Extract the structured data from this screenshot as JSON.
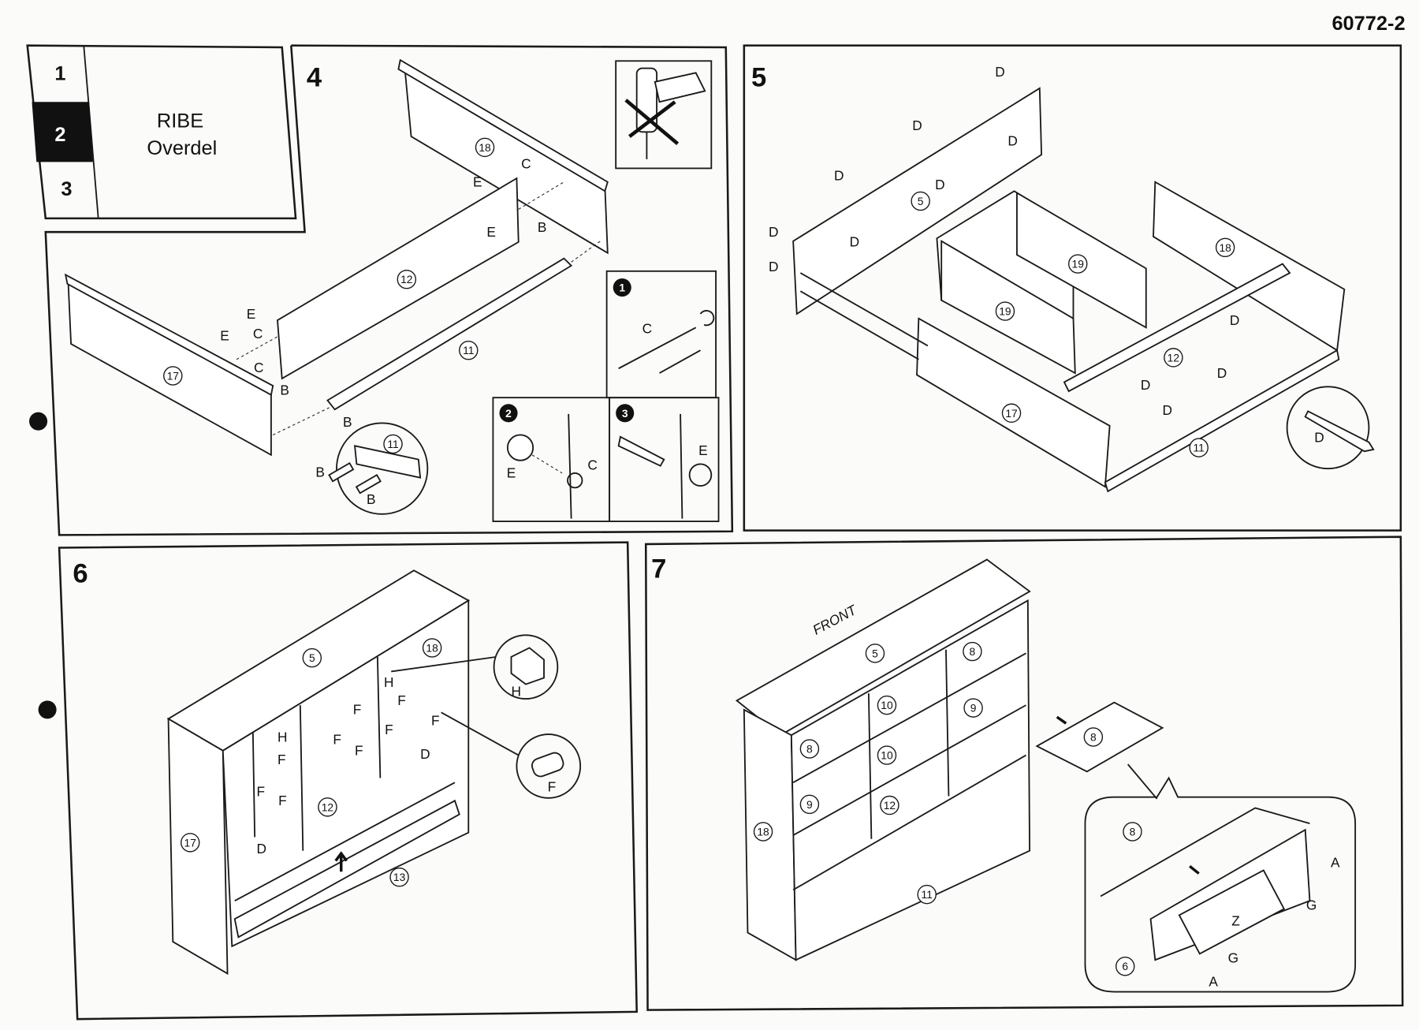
{
  "doc_code": "60772-2",
  "index": {
    "steps": [
      "1",
      "2",
      "3"
    ],
    "active": "2",
    "title": "RIBE",
    "subtitle": "Overdel"
  },
  "step4": {
    "number": "4",
    "parts": [
      "18",
      "12",
      "11",
      "17",
      "11"
    ],
    "letters": [
      "C",
      "E",
      "E",
      "B",
      "E",
      "C",
      "E",
      "C",
      "B",
      "B",
      "B",
      "B"
    ],
    "sub": {
      "s1": {
        "number": "1",
        "letter": "C"
      },
      "s2": {
        "number": "2",
        "letters": [
          "E",
          "C"
        ]
      },
      "s3": {
        "number": "3",
        "letter": "E"
      }
    },
    "warning_icon": "no-power-drill-icon"
  },
  "step5": {
    "number": "5",
    "parts": [
      "5",
      "19",
      "19",
      "18",
      "12",
      "17",
      "11"
    ],
    "letters": [
      "D",
      "D",
      "D",
      "D",
      "D",
      "D",
      "D",
      "D",
      "D",
      "D",
      "D",
      "D",
      "D"
    ]
  },
  "step6": {
    "number": "6",
    "parts": [
      "5",
      "18",
      "12",
      "17",
      "13"
    ],
    "letters": [
      "H",
      "H",
      "F",
      "F",
      "F",
      "F",
      "F",
      "F",
      "F",
      "F",
      "D",
      "D",
      "H",
      "F"
    ]
  },
  "step7": {
    "number": "7",
    "front_label": "FRONT",
    "parts": [
      "5",
      "8",
      "10",
      "10",
      "8",
      "9",
      "9",
      "12",
      "18",
      "11",
      "8"
    ],
    "inset": {
      "parts": [
        "8",
        "6"
      ],
      "letters": [
        "A",
        "G",
        "Z",
        "G",
        "A"
      ]
    }
  }
}
